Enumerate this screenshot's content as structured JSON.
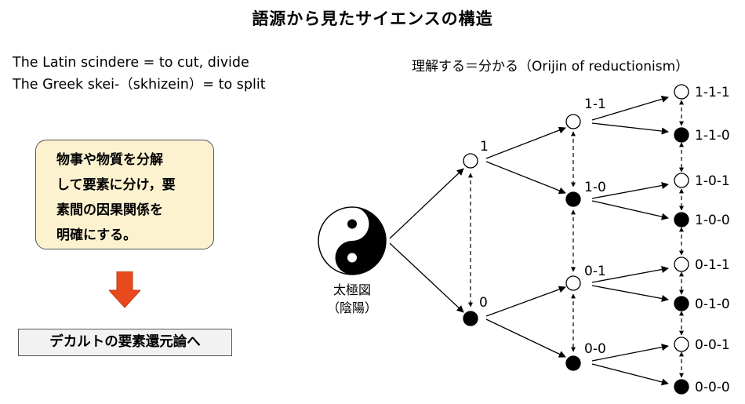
{
  "title": "語源から見たサイエンスの構造",
  "etymology": {
    "latin": "The Latin scindere = to cut, divide",
    "greek": "The Greek skei-（skhizein）= to split"
  },
  "note": {
    "lines": [
      "物事や物質を分解",
      "して要素に分け，要",
      "素間の因果関係を",
      "明確にする。"
    ]
  },
  "result": "デカルトの要素還元論へ",
  "diagram": {
    "heading": "理解する＝分かる（Orijin of reductionism）",
    "taiji_label": "太極図",
    "taiji_sublabel": "（陰陽）",
    "colors": {
      "filled": "#000000",
      "hollow": "#ffffff",
      "arrow": "#e8491d",
      "note_bg": "#fdf2d0"
    },
    "nodes": {
      "n1": {
        "label": "1",
        "filled": false
      },
      "n0": {
        "label": "0",
        "filled": true
      },
      "n11": {
        "label": "1-1",
        "filled": false
      },
      "n10": {
        "label": "1-0",
        "filled": true
      },
      "n01": {
        "label": "0-1",
        "filled": false
      },
      "n00": {
        "label": "0-0",
        "filled": true
      },
      "n111": {
        "label": "1-1-1",
        "filled": false
      },
      "n110": {
        "label": "1-1-0",
        "filled": true
      },
      "n101": {
        "label": "1-0-1",
        "filled": false
      },
      "n100": {
        "label": "1-0-0",
        "filled": true
      },
      "n011": {
        "label": "0-1-1",
        "filled": false
      },
      "n010": {
        "label": "0-1-0",
        "filled": true
      },
      "n001": {
        "label": "0-0-1",
        "filled": false
      },
      "n000": {
        "label": "0-0-0",
        "filled": true
      }
    }
  }
}
